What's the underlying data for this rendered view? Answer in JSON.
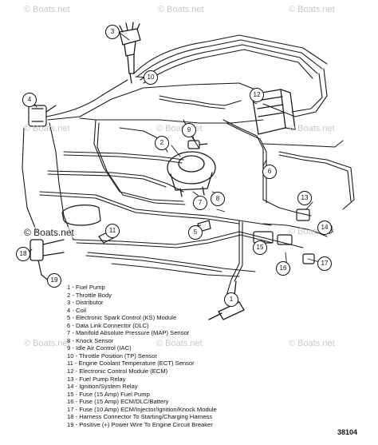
{
  "watermarks": [
    "© Boats.net",
    "© Boats.net",
    "© Boats.net",
    "© Boats.net",
    "© Boats.net",
    "© Boats.net",
    "© Boats.net",
    "© Boats.net",
    "© Boats.net",
    "© Boats.net"
  ],
  "main_watermark": "© Boats.net",
  "callouts": [
    "1",
    "2",
    "3",
    "4",
    "5",
    "6",
    "7",
    "8",
    "9",
    "10",
    "11",
    "12",
    "13",
    "14",
    "15",
    "16",
    "17",
    "18",
    "19"
  ],
  "legend": [
    "1  - Fuel Pump",
    "2  - Throttle Body",
    "3  - Distributor",
    "4  - Coil",
    "5  - Electronic Spark Control (KS) Module",
    "6  - Data Link Connector (DLC)",
    "7  - Manifold Absolute Pressure (MAP) Sensor",
    "8  - Knock Sensor",
    "9  - Idle Air Control (IAC)",
    "10 - Throttle Position (TP) Sensor",
    "11 - Engine Coolant Temperature (ECT) Sensor",
    "12 - Electronic Control Module (ECM)",
    "13 - Fuel Pump Relay",
    "14 - Ignition/System Relay",
    "15 - Fuse (15 Amp) Fuel Pump",
    "16 - Fuse (15 Amp) ECM/DLC/Battery",
    "17 - Fuse (10 Amp) ECM/Injector/Ignition/Knock  Module",
    "18 - Harness Connector To Starting/Charging Harness",
    "19 - Positive (+) Power Wire To Engine Circuit Breaker"
  ],
  "figure_number": "38104"
}
